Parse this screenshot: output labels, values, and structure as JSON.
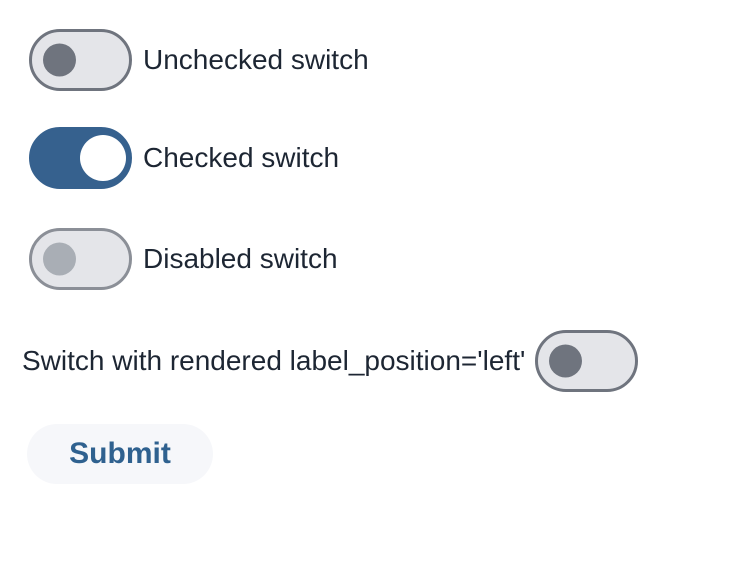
{
  "switches": [
    {
      "label": "Unchecked switch",
      "state": "unchecked",
      "label_position": "right"
    },
    {
      "label": "Checked switch",
      "state": "checked",
      "label_position": "right"
    },
    {
      "label": "Disabled switch",
      "state": "disabled",
      "label_position": "right"
    },
    {
      "label": "Switch with rendered label_position='left'",
      "state": "unchecked",
      "label_position": "left"
    }
  ],
  "submit_button": {
    "label": "Submit"
  },
  "colors": {
    "page_bg": "#ffffff",
    "track_off_bg": "#e4e5e9",
    "track_off_border": "#6f747e",
    "knob_off": "#6f747e",
    "track_on_bg": "#36618e",
    "knob_on": "#ffffff",
    "track_disabled_border": "#8b8f97",
    "knob_disabled": "#a9aeb5",
    "label_text": "#1d2633",
    "submit_bg": "#f6f7fa",
    "submit_text": "#2f618f"
  }
}
